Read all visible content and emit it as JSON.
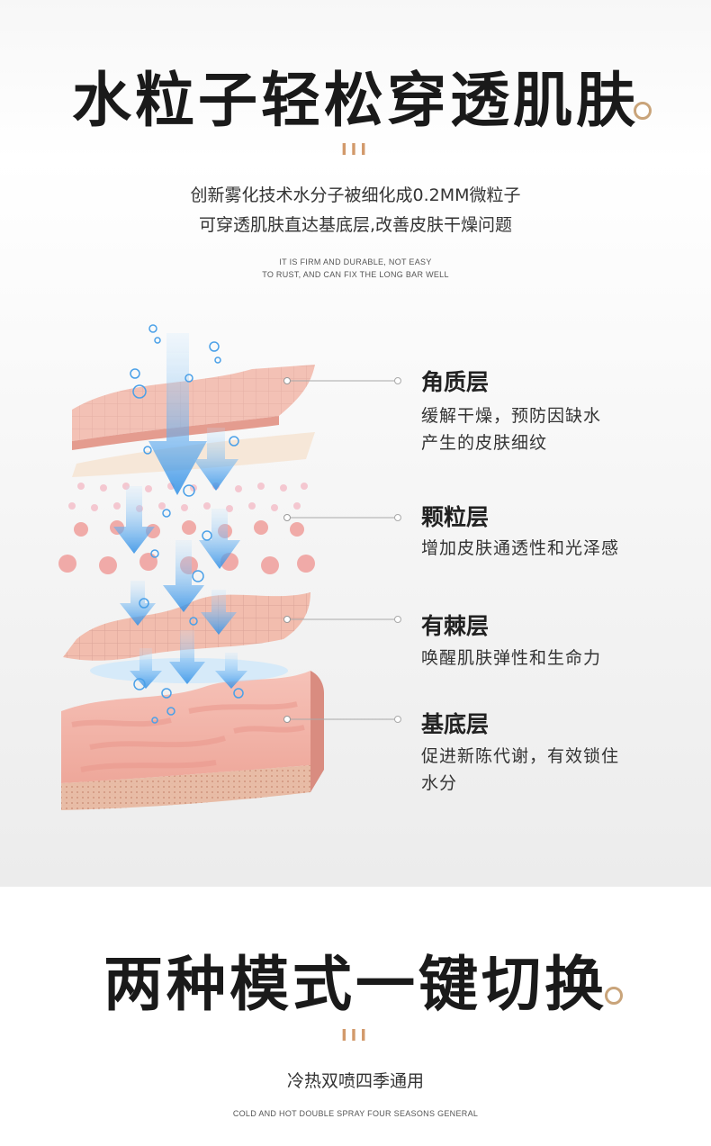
{
  "section1": {
    "title": "水粒子轻松穿透肌肤",
    "deco_bars": "III",
    "subtitle_line1": "创新雾化技术水分子被细化成0.2MM微粒子",
    "subtitle_line2": "可穿透肌肤直达基底层,改善皮肤干燥问题",
    "english_line1": "IT IS FIRM AND DURABLE, NOT EASY",
    "english_line2": "TO RUST, AND CAN FIX THE LONG BAR WELL",
    "layers": [
      {
        "name": "角质层",
        "desc_lines": [
          "缓解干燥，预防因缺水",
          "产生的皮肤细纹"
        ]
      },
      {
        "name": "颗粒层",
        "desc_lines": [
          "增加皮肤通透性和光泽感"
        ]
      },
      {
        "name": "有棘层",
        "desc_lines": [
          "唤醒肌肤弹性和生命力"
        ]
      },
      {
        "name": "基底层",
        "desc_lines": [
          "促进新陈代谢，有效锁住",
          "水分"
        ]
      }
    ],
    "colors": {
      "accent": "#c9a47a",
      "bars": "#d29a6b",
      "water": "#3d9be9",
      "skin": "#f2b9ae"
    }
  },
  "section2": {
    "title": "两种模式一键切换",
    "deco_bars": "III",
    "subtitle": "冷热双喷四季通用",
    "english": "COLD AND HOT DOUBLE SPRAY FOUR SEASONS GENERAL"
  }
}
